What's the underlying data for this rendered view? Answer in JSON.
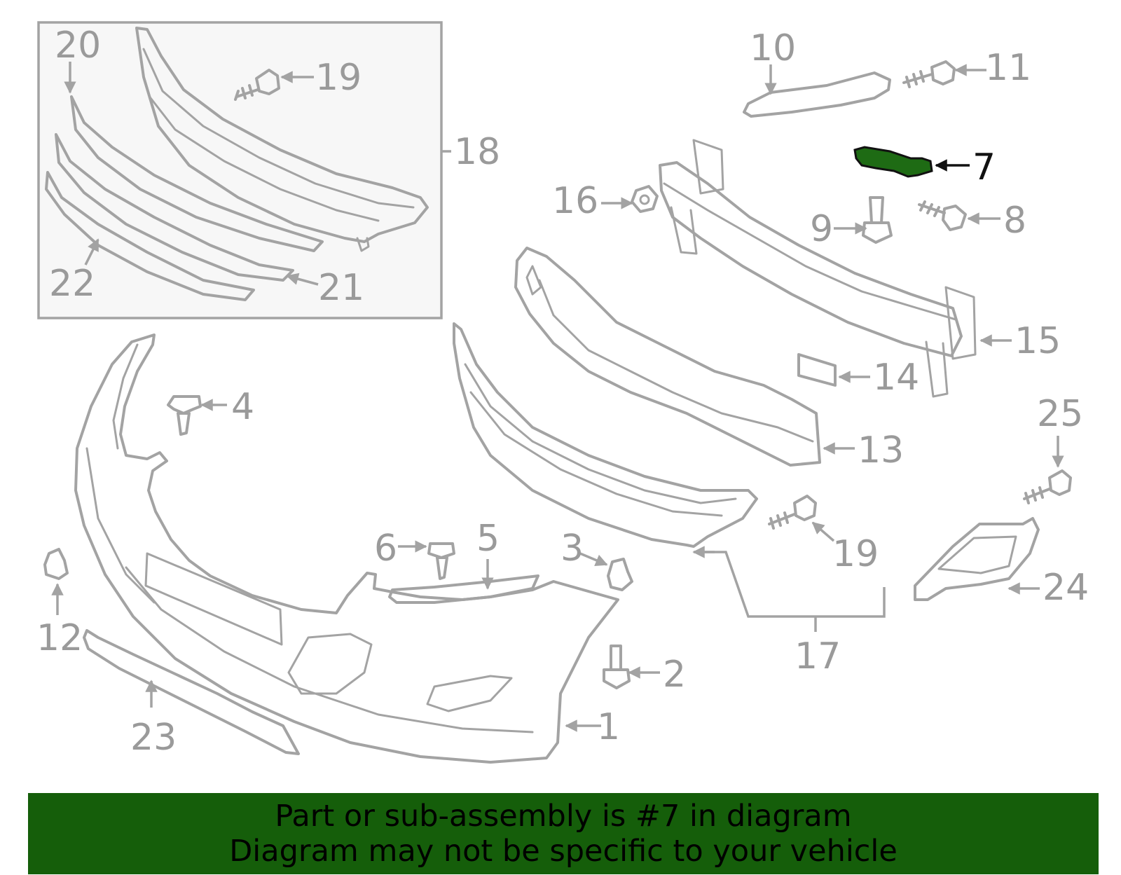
{
  "colors": {
    "line_art": "#a3a3a3",
    "callout_text": "#9a9a9a",
    "highlight_part": "#1e6b14",
    "highlight_text": "#111111",
    "banner_background": "#155e0a",
    "inset_background": "#f7f7f7"
  },
  "diagram": {
    "highlighted_part": "7",
    "callouts": [
      "1",
      "2",
      "3",
      "4",
      "5",
      "6",
      "7",
      "8",
      "9",
      "10",
      "11",
      "12",
      "13",
      "14",
      "15",
      "16",
      "17",
      "18",
      "19",
      "20",
      "21",
      "22",
      "23",
      "24",
      "25"
    ],
    "callout_19_second": "19"
  },
  "banner": {
    "line1": "Part or sub-assembly is #7 in diagram",
    "line2": "Diagram may not be specific to your vehicle"
  }
}
